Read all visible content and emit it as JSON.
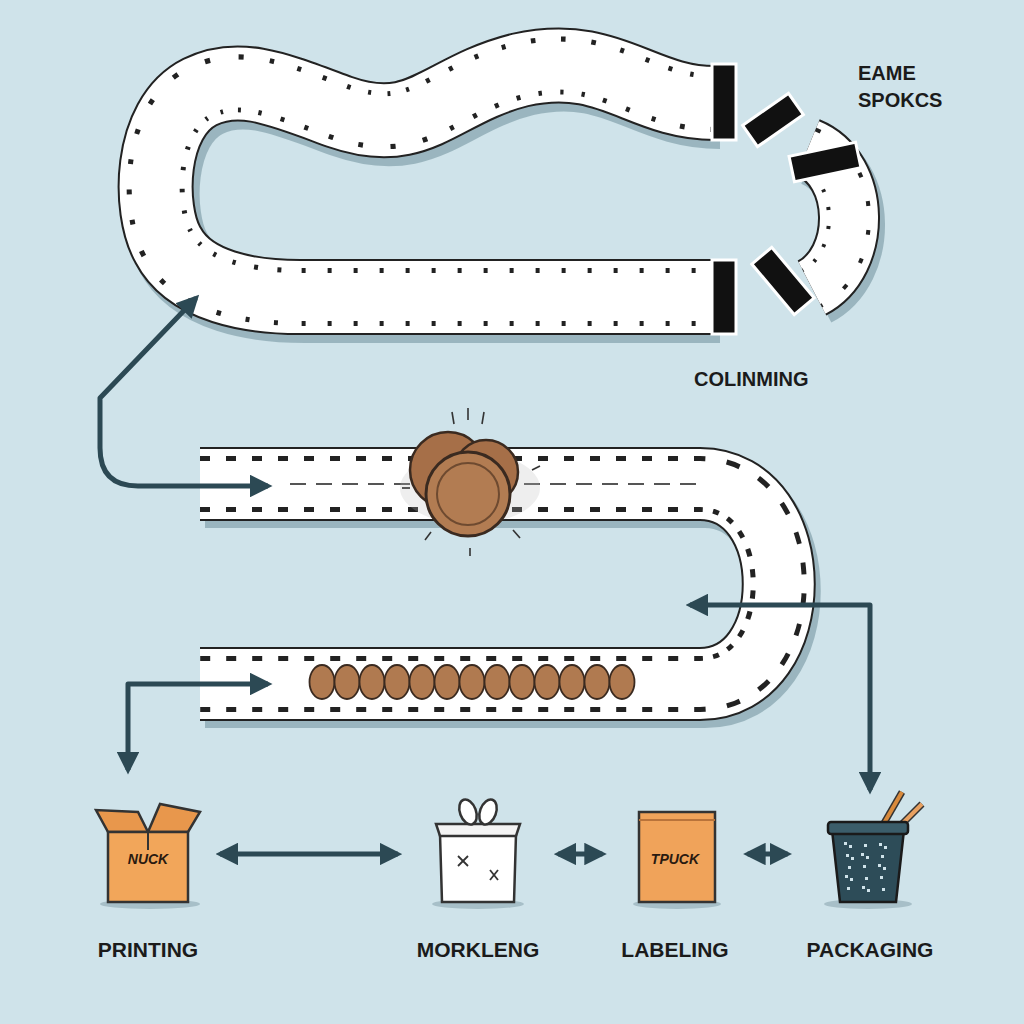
{
  "diagram": {
    "nodes": [
      {
        "text": [
          "NUCK",
          "PRINTING"
        ]
      },
      {
        "text": [
          "MORKLENG"
        ]
      },
      {
        "text": [
          "TPUCK",
          "LABELING"
        ]
      },
      {
        "text": [
          "PACKAGING"
        ]
      }
    ],
    "edges": [
      {
        "from": 0,
        "to": 1,
        "arrow": "both"
      },
      {
        "from": 1,
        "to": 2,
        "arrow": "both"
      },
      {
        "from": 2,
        "to": 3,
        "arrow": "both"
      }
    ],
    "labels": [
      "EAME SPOKCS",
      "COLINMING"
    ]
  }
}
